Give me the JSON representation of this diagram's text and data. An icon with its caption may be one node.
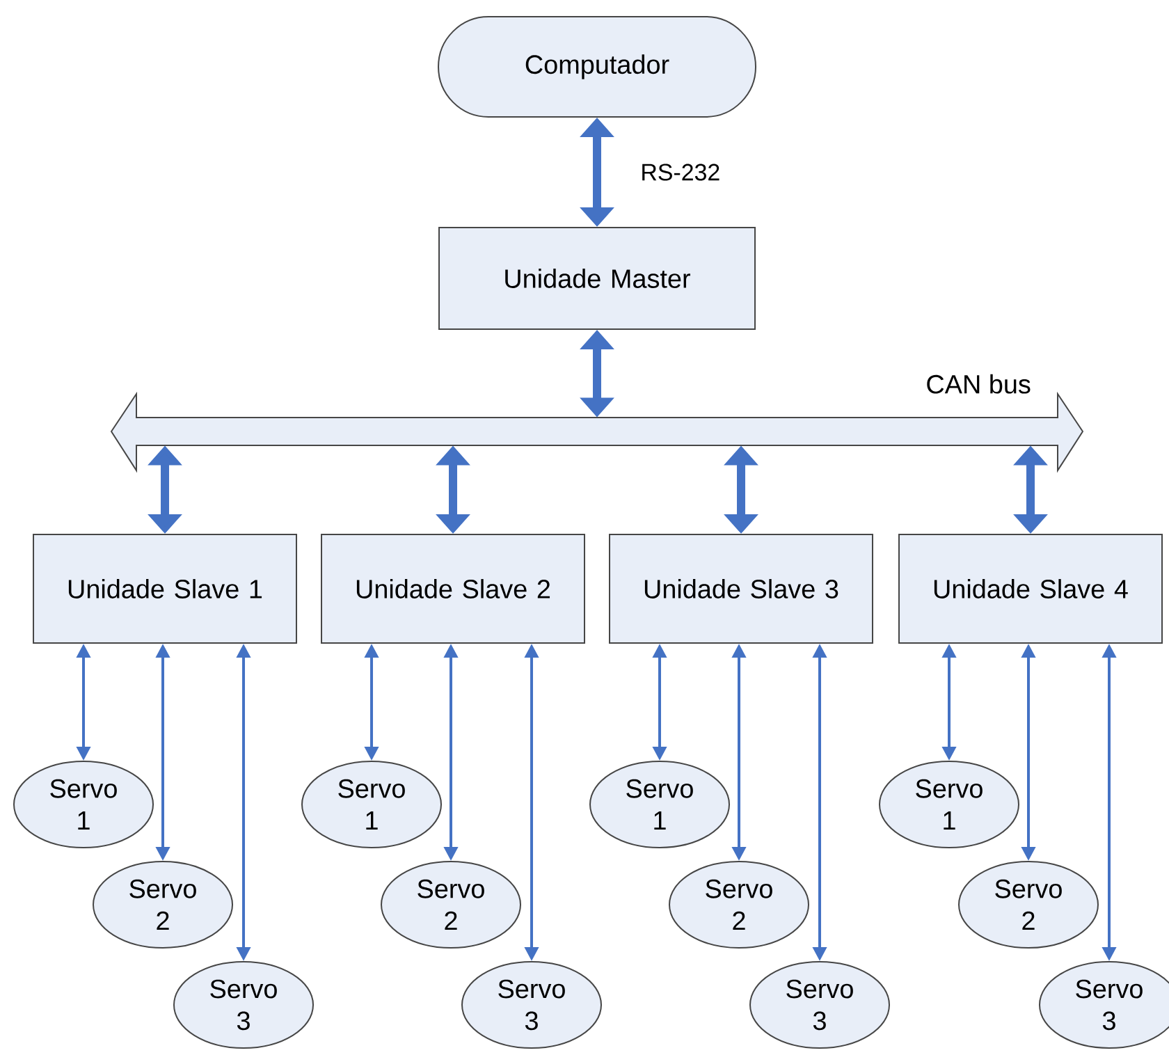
{
  "diagram": {
    "nodes": [
      {
        "text": [
          "Computador"
        ]
      },
      {
        "text": [
          "Unidade Master"
        ]
      },
      {
        "text": [
          "CAN bus"
        ]
      },
      {
        "text": [
          "Unidade Slave 1"
        ]
      },
      {
        "text": [
          "Unidade Slave 2"
        ]
      },
      {
        "text": [
          "Unidade Slave 3"
        ]
      },
      {
        "text": [
          "Unidade Slave 4"
        ]
      },
      {
        "text": [
          "Servo 1"
        ]
      },
      {
        "text": [
          "Servo 2"
        ]
      },
      {
        "text": [
          "Servo 3"
        ]
      },
      {
        "text": [
          "Servo 1"
        ]
      },
      {
        "text": [
          "Servo 2"
        ]
      },
      {
        "text": [
          "Servo 3"
        ]
      },
      {
        "text": [
          "Servo 1"
        ]
      },
      {
        "text": [
          "Servo 2"
        ]
      },
      {
        "text": [
          "Servo 3"
        ]
      },
      {
        "text": [
          "Servo 1"
        ]
      },
      {
        "text": [
          "Servo 2"
        ]
      },
      {
        "text": [
          "Servo 3"
        ]
      }
    ],
    "edges": [
      {
        "from": 0,
        "to": 1,
        "arrow": "both",
        "style": "thick",
        "label": "RS-232"
      },
      {
        "from": 1,
        "to": 2,
        "arrow": "both",
        "style": "thick"
      },
      {
        "from": 2,
        "to": 3,
        "arrow": "both",
        "style": "thick"
      },
      {
        "from": 2,
        "to": 4,
        "arrow": "both",
        "style": "thick"
      },
      {
        "from": 2,
        "to": 5,
        "arrow": "both",
        "style": "thick"
      },
      {
        "from": 2,
        "to": 6,
        "arrow": "both",
        "style": "thick"
      },
      {
        "from": 3,
        "to": 7,
        "arrow": "both"
      },
      {
        "from": 3,
        "to": 8,
        "arrow": "both"
      },
      {
        "from": 3,
        "to": 9,
        "arrow": "both"
      },
      {
        "from": 4,
        "to": 10,
        "arrow": "both"
      },
      {
        "from": 4,
        "to": 11,
        "arrow": "both"
      },
      {
        "from": 4,
        "to": 12,
        "arrow": "both"
      },
      {
        "from": 5,
        "to": 13,
        "arrow": "both"
      },
      {
        "from": 5,
        "to": 14,
        "arrow": "both"
      },
      {
        "from": 5,
        "to": 15,
        "arrow": "both"
      },
      {
        "from": 6,
        "to": 16,
        "arrow": "both"
      },
      {
        "from": 6,
        "to": 17,
        "arrow": "both"
      },
      {
        "from": 6,
        "to": 18,
        "arrow": "both"
      }
    ]
  }
}
